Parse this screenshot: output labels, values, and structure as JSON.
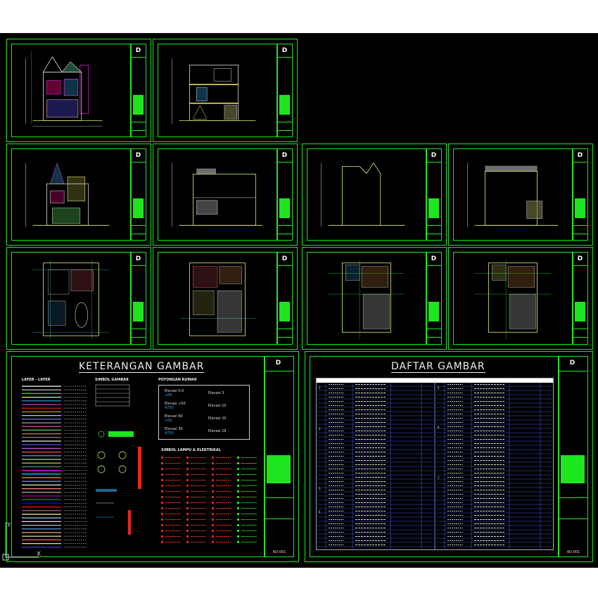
{
  "sheets": {
    "small_count": 10,
    "logo_mark": "D"
  },
  "legend_sheet": {
    "title": "KETERANGAN GAMBAR",
    "layer_heading": "LAYER - LAYER",
    "symbols_heading": "SIMBOL GAMBAR",
    "elevation_heading": "POTONGAN RUMAH",
    "electrical_heading": "SIMBOL LAMPU & ELEKTRIKAL",
    "elevation_labels": [
      "Elevasi 0,0",
      "Elevasi 3",
      "Elevasi +50",
      "Elevasi 10",
      "Elevasi 60",
      "Elevasi 20",
      "Elevasi 30",
      "Elevasi 18"
    ],
    "elevation_values": [
      "+00",
      "4750",
      "+00",
      "4750"
    ],
    "sheet_code": "AD-001"
  },
  "index_sheet": {
    "title": "DAFTAR GAMBAR",
    "section_numbers": [
      "1",
      "2",
      "3",
      "4",
      "5",
      "6",
      "7"
    ],
    "sheet_code": "AD-001"
  },
  "colors": {
    "frame": "#1ee61e",
    "canvas": "#000000",
    "table_header": "#ffffff",
    "table_lines": "#4a6cff"
  },
  "icons": [
    "ucs-axis-icon",
    "studio-logo-icon"
  ]
}
